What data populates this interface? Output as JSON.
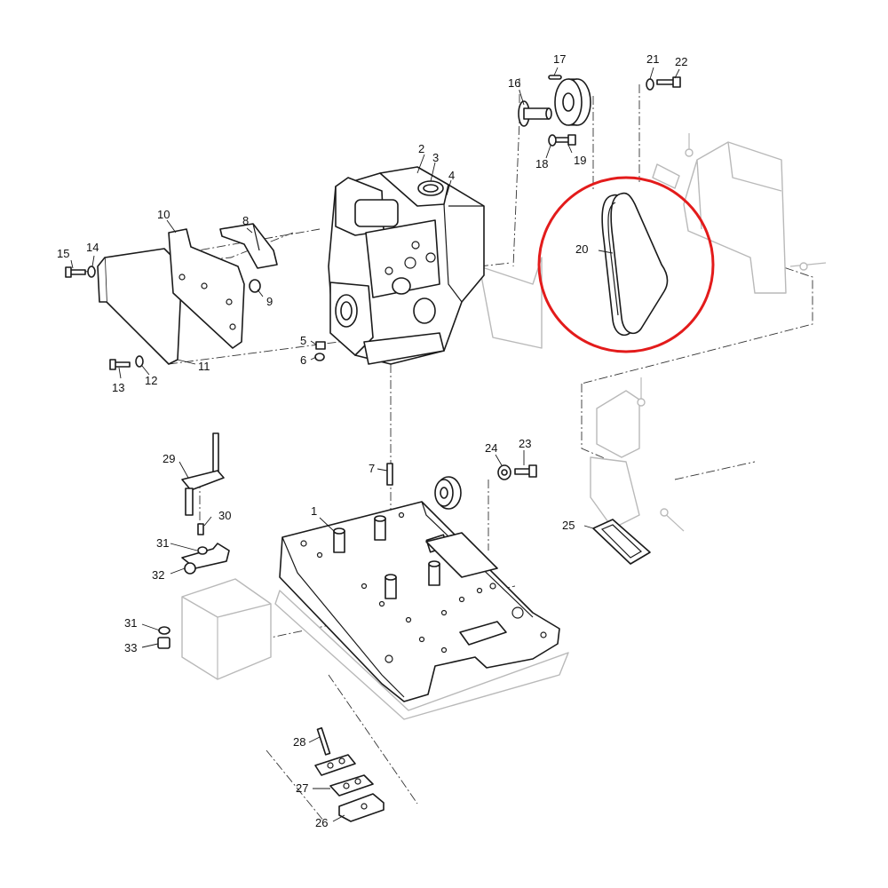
{
  "diagram": {
    "callouts": [
      {
        "id": "c1",
        "text": "1"
      },
      {
        "id": "c2",
        "text": "2"
      },
      {
        "id": "c3",
        "text": "3"
      },
      {
        "id": "c4",
        "text": "4"
      },
      {
        "id": "c5",
        "text": "5"
      },
      {
        "id": "c6",
        "text": "6"
      },
      {
        "id": "c7",
        "text": "7"
      },
      {
        "id": "c8",
        "text": "8"
      },
      {
        "id": "c9",
        "text": "9"
      },
      {
        "id": "c10",
        "text": "10"
      },
      {
        "id": "c11",
        "text": "11"
      },
      {
        "id": "c12",
        "text": "12"
      },
      {
        "id": "c13",
        "text": "13"
      },
      {
        "id": "c14",
        "text": "14"
      },
      {
        "id": "c15",
        "text": "15"
      },
      {
        "id": "c16",
        "text": "16"
      },
      {
        "id": "c17",
        "text": "17"
      },
      {
        "id": "c18",
        "text": "18"
      },
      {
        "id": "c19",
        "text": "19"
      },
      {
        "id": "c20",
        "text": "20"
      },
      {
        "id": "c21",
        "text": "21"
      },
      {
        "id": "c22",
        "text": "22"
      },
      {
        "id": "c23",
        "text": "23"
      },
      {
        "id": "c24",
        "text": "24"
      },
      {
        "id": "c25",
        "text": "25"
      },
      {
        "id": "c26",
        "text": "26"
      },
      {
        "id": "c27",
        "text": "27"
      },
      {
        "id": "c28",
        "text": "28"
      },
      {
        "id": "c29",
        "text": "29"
      },
      {
        "id": "c30",
        "text": "30"
      },
      {
        "id": "c31a",
        "text": "31"
      },
      {
        "id": "c31b",
        "text": "31"
      },
      {
        "id": "c32",
        "text": "32"
      },
      {
        "id": "c33",
        "text": "33"
      }
    ],
    "highlight": {
      "part": "20",
      "color": "#e31b1b"
    },
    "colors": {
      "line": "#1a1a1a",
      "ghost": "#b9b9b9",
      "background": "#ffffff"
    }
  }
}
